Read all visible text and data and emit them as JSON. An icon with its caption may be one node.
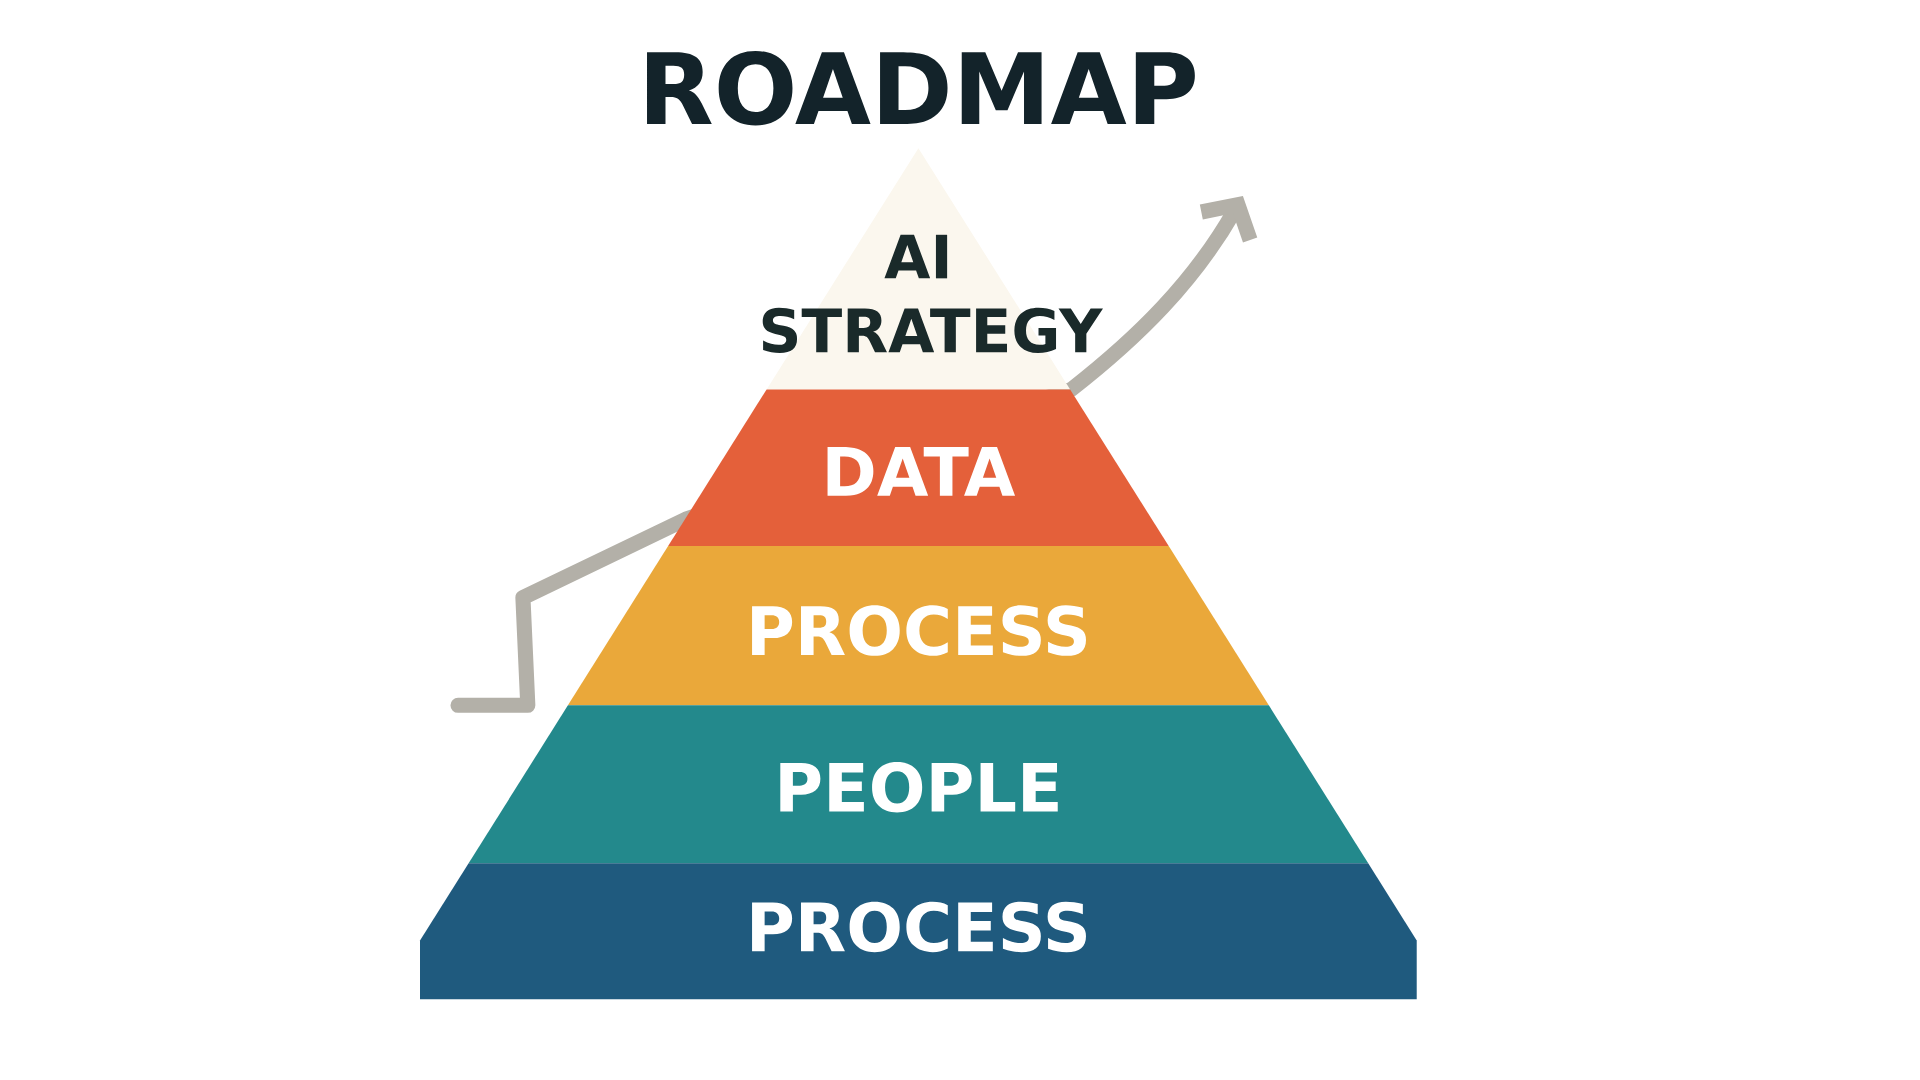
{
  "diagram": {
    "title": "ROADMAP",
    "nodes": [
      {
        "text": [
          "AI STRATEGY"
        ]
      },
      {
        "text": [
          "DATA"
        ]
      },
      {
        "text": [
          "PROCESS"
        ]
      },
      {
        "text": [
          "PEOPLE"
        ]
      },
      {
        "text": [
          "PROCESS"
        ]
      }
    ]
  }
}
